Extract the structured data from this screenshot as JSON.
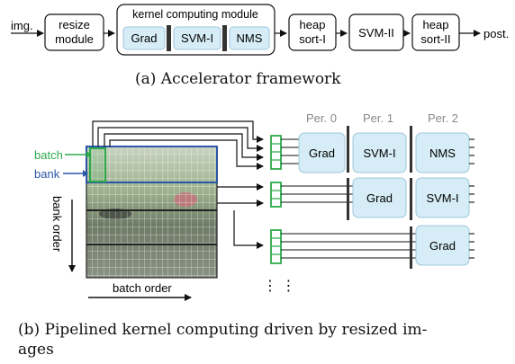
{
  "framework": {
    "input_label": "img.",
    "resize_line1": "resize",
    "resize_line2": "module",
    "kernel_title": "kernel computing module",
    "kernel_items": [
      "Grad",
      "SVM-I",
      "NMS"
    ],
    "heap1_line1": "heap",
    "heap1_line2": "sort-I",
    "svm2": "SVM-II",
    "heap2_line1": "heap",
    "heap2_line2": "sort-II",
    "output_label": "post."
  },
  "caption_a": "(a) Accelerator framework",
  "pipeline": {
    "batch_label": "batch",
    "bank_label": "bank",
    "bank_order": "bank order",
    "batch_order": "batch order",
    "pe_headers": [
      "Per. 0",
      "Per. 1",
      "Per. 2"
    ],
    "row0": [
      "Grad",
      "SVM-I",
      "NMS"
    ],
    "row1": [
      "Grad",
      "SVM-I"
    ],
    "row2": [
      "Grad"
    ],
    "ellipsis": "⋮ ⋮"
  },
  "caption_b_line1": "(b) Pipelined kernel computing driven by resized im-",
  "caption_b_line2": "ages",
  "colors": {
    "batch": "#2eaa4a",
    "bank": "#2a56a8",
    "kernel_fill": "#d6ecf6",
    "kernel_stroke": "#9fc8dc"
  }
}
